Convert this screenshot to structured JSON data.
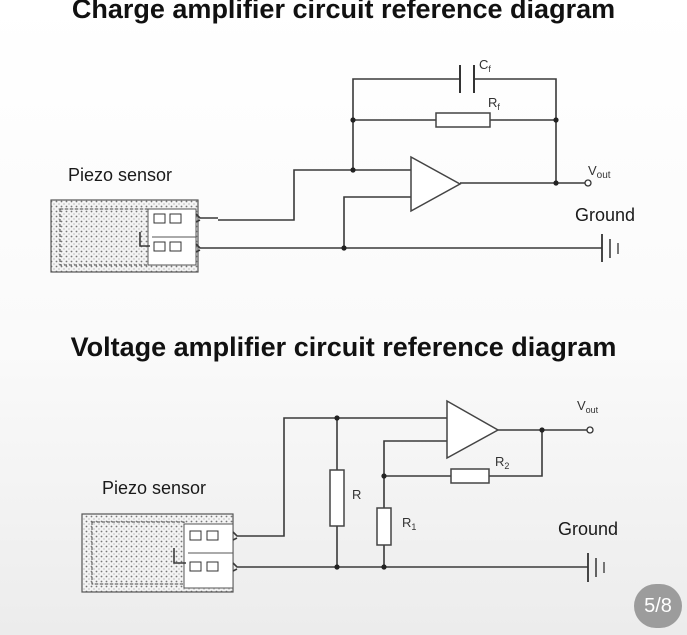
{
  "diagrams": [
    {
      "title": "Charge amplifier circuit reference diagram",
      "sensor_label": "Piezo sensor",
      "output_label": "V",
      "output_sub": "out",
      "ground_label": "Ground",
      "cap_label": "C",
      "cap_sub": "f",
      "res_label": "R",
      "res_sub": "f"
    },
    {
      "title": "Voltage amplifier circuit reference diagram",
      "sensor_label": "Piezo sensor",
      "output_label": "V",
      "output_sub": "out",
      "ground_label": "Ground",
      "r_label": "R",
      "r1_label": "R",
      "r1_sub": "1",
      "r2_label": "R",
      "r2_sub": "2"
    }
  ],
  "pager": "5/8"
}
